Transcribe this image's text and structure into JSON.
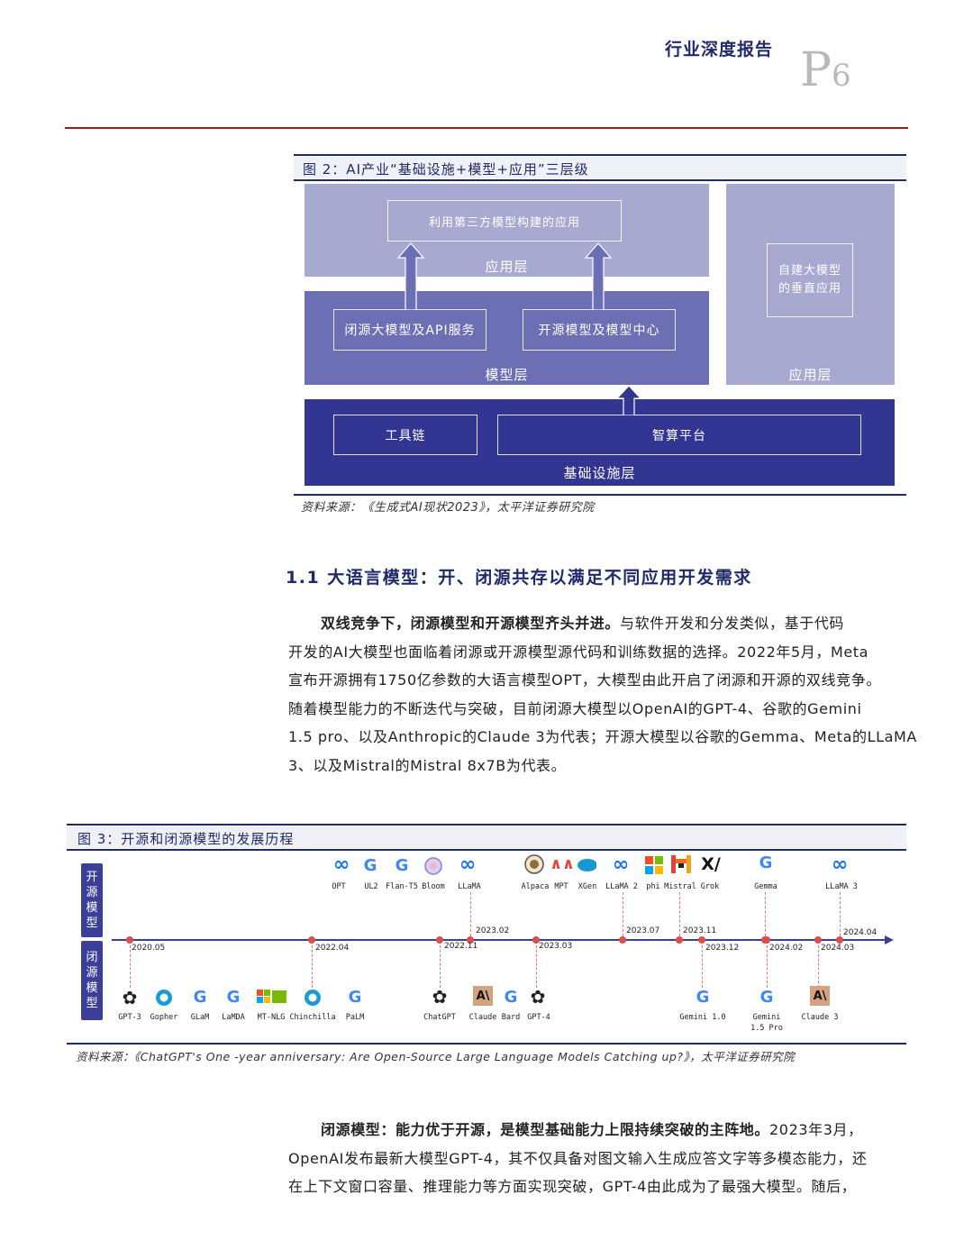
{
  "header": {
    "title": "行业深度报告",
    "page_letter": "P",
    "page_number": "6"
  },
  "figure2": {
    "title": "图 2：AI产业“基础设施+模型+应用”三层级",
    "app_top_box": "利用第三方模型构建的应用",
    "app_layer": "应用层",
    "closed_box": "闭源大模型及API服务",
    "open_box": "开源模型及模型中心",
    "model_layer": "模型层",
    "vertical_box_line1": "自建大模型",
    "vertical_box_line2": "的垂直应用",
    "vertical_layer": "应用层",
    "tools_box": "工具链",
    "compute_box": "智算平台",
    "infra_layer": "基础设施层",
    "source": "资料来源：《生成式AI现状2023》，太平洋证券研究院",
    "colors": {
      "light": "#a7a9d1",
      "mid": "#6d6fb4",
      "dark": "#333592"
    }
  },
  "section": {
    "heading": "1.1   大语言模型：开、闭源共存以满足不同应用开发需求"
  },
  "para1": {
    "lead": "双线竞争下，闭源模型和开源模型齐头并进。",
    "l1": "与软件开发和分发类似，基于代码",
    "l2": "开发的AI大模型也面临着闭源或开源模型源代码和训练数据的选择。2022年5月，Meta",
    "l3": "宣布开源拥有1750亿参数的大语言模型OPT，大模型由此开启了闭源和开源的双线竞争。",
    "l4": "随着模型能力的不断迭代与突破，目前闭源大模型以OpenAI的GPT-4、谷歌的Gemini",
    "l5": "1.5 pro、以及Anthropic的Claude 3为代表；开源大模型以谷歌的Gemma、Meta的LLaMA",
    "l6": "3、以及Mistral的Mistral 8x7B为代表。"
  },
  "figure3": {
    "title": "图 3：开源和闭源模型的发展历程",
    "tag_open": [
      "开",
      "源",
      "模",
      "型"
    ],
    "tag_closed": [
      "闭",
      "源",
      "模",
      "型"
    ],
    "source": "资料来源：《ChatGPT's One -year anniversary: Are Open-Source Large Language Models Catching up?》，太平洋证券研究院",
    "dates_below": [
      "2020.05",
      "2022.04",
      "2022.11",
      "2023.03",
      "2023.12",
      "2024.02",
      "2024.03"
    ],
    "dates_above": [
      "2023.02",
      "2023.07",
      "2023.11",
      "2024.04"
    ],
    "open_models": [
      "OPT",
      "UL2",
      "Flan-T5",
      "Bloom",
      "LLaMA",
      "Alpaca",
      "MPT",
      "XGen",
      "LLaMA 2",
      "phi",
      "Mistral",
      "Grok",
      "Gemma",
      "LLaMA 3"
    ],
    "closed_models": [
      "GPT-3",
      "Gopher",
      "GLaM",
      "LaMDA",
      "MT-NLG",
      "Chinchilla",
      "PaLM",
      "ChatGPT",
      "Claude",
      "Bard",
      "GPT-4",
      "Gemini 1.0",
      "Gemini",
      "1.5 Pro",
      "Claude 3"
    ],
    "logo_letters": {
      "anthropic": "A\\",
      "xai": "X/",
      "google": "G"
    }
  },
  "para2": {
    "lead": "闭源模型：能力优于开源，是模型基础能力上限持续突破的主阵地。",
    "l1": "2023年3月，",
    "l2": "OpenAI发布最新大模型GPT-4，其不仅具备对图文输入生成应答文字等多模态能力，还",
    "l3": "在上下文窗口容量、推理能力等方面实现突破，GPT-4由此成为了最强大模型。随后，"
  }
}
